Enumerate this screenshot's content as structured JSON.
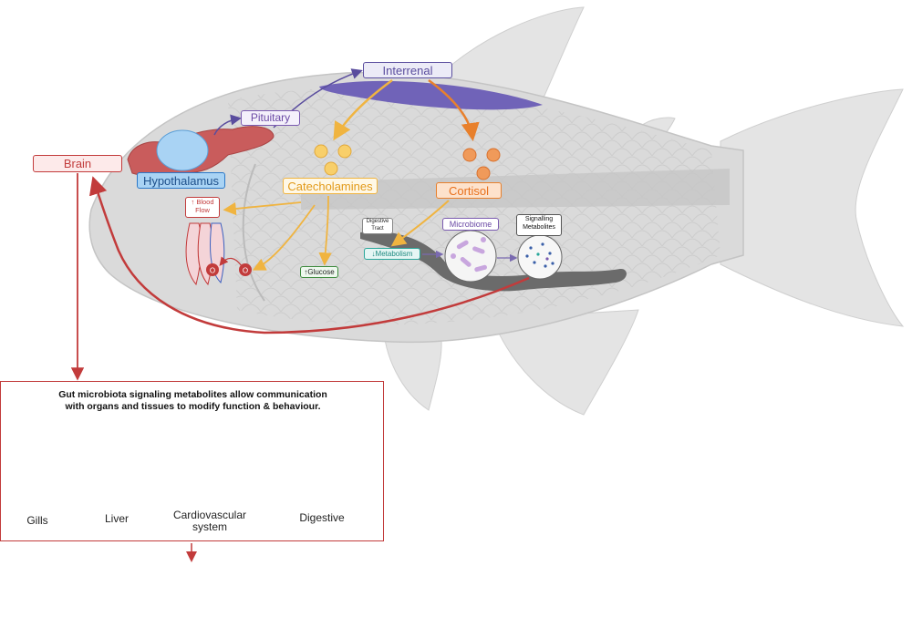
{
  "labels": {
    "brain": "Brain",
    "hypothalamus": "Hypothalamus",
    "pituitary": "Pituitary",
    "interrenal": "Interrenal",
    "catecholamines": "Catecholamines",
    "cortisol": "Cortisol",
    "blood_flow_arrow": "↑",
    "blood_flow_line1": "Blood",
    "blood_flow_line2": "Flow",
    "glucose": "↑Glucose",
    "metabolism": "↓Metabolism",
    "microbiome": "Microbiome",
    "digestive_tract_line1": "Digestive",
    "digestive_tract_line2": "Tract",
    "signalling_line1": "Signalling",
    "signalling_line2": "Metabolites",
    "o2_symbol": "O"
  },
  "info_box": {
    "line1": "Gut microbiota signaling metabolites allow communication",
    "line2": "with organs and tissues to modify function & behaviour.",
    "organs": [
      {
        "name": "Gills"
      },
      {
        "name": "Liver"
      },
      {
        "name": "Cardiovascular system"
      },
      {
        "name": "Digestive"
      }
    ]
  },
  "colors": {
    "brain": "#c23b3b",
    "hypothalamus": "#2a78c8",
    "pituitary": "#7a5ab0",
    "interrenal": "#5a4d9e",
    "catecholamines": "#f0b440",
    "cortisol": "#e8802c",
    "metabolism": "#2aa79b",
    "glucose": "#3d8a3d",
    "fish_body": "#d6d6d6"
  }
}
